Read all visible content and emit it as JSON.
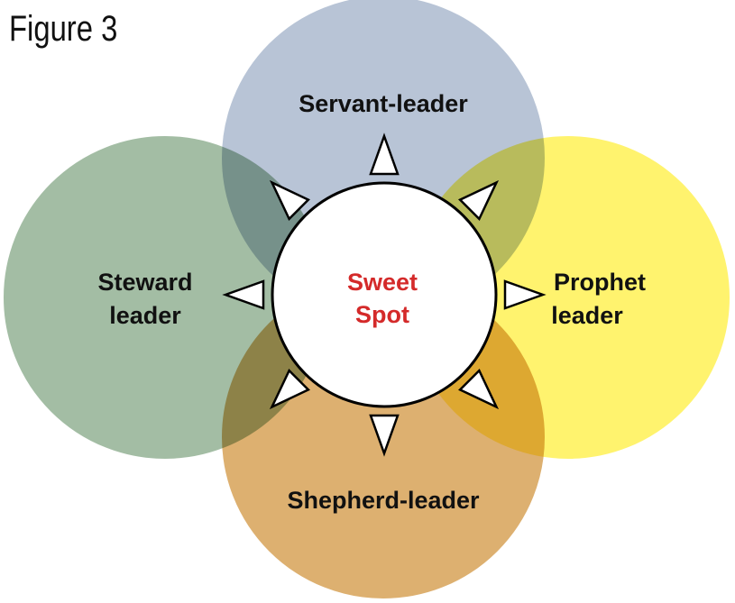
{
  "title": "Figure 3",
  "center": {
    "line1": "Sweet",
    "line2": "Spot"
  },
  "circles": {
    "top": {
      "label": "Servant-leader",
      "color": "#b8c4d6"
    },
    "left": {
      "line1": "Steward",
      "line2": "leader",
      "color": "#a3bda4"
    },
    "right": {
      "line1": "Prophet",
      "line2": "leader",
      "color": "#fff36e"
    },
    "bottom": {
      "label": "Shepherd-leader",
      "color": "#ddb070"
    }
  },
  "colors": {
    "center_text": "#d42a2a",
    "arrow_fill": "#ffffff",
    "arrow_stroke": "#000000"
  },
  "arrow_directions_deg": [
    0,
    45,
    90,
    135,
    180,
    225,
    270,
    315
  ]
}
